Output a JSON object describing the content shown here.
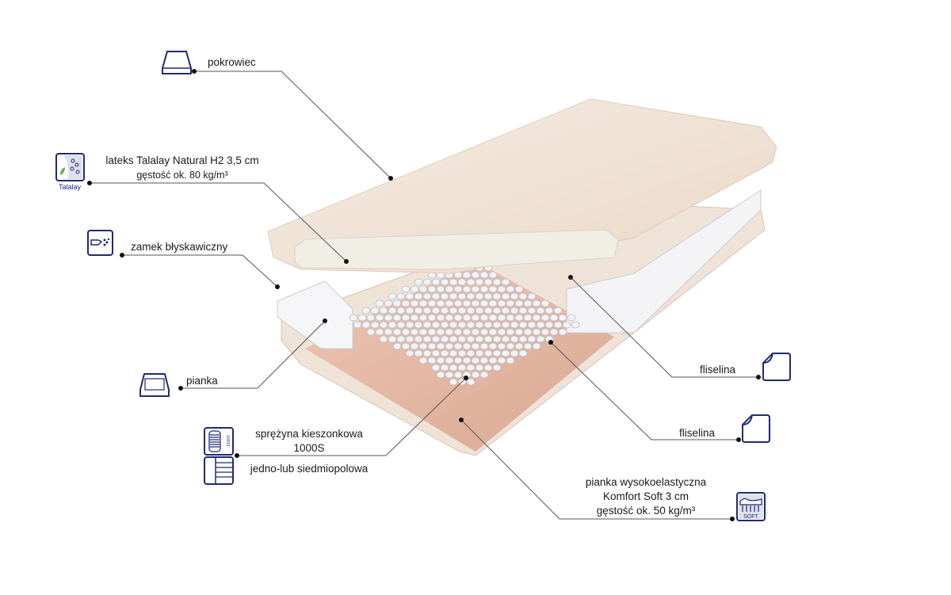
{
  "labels": {
    "cover": "pokrowiec",
    "latex_line1": "lateks Talalay Natural H2 3,5 cm",
    "latex_line2": "gęstość ok. 80 kg/m³",
    "latex_icon_text": "Talalay",
    "zipper": "zamek błyskawiczny",
    "foam": "pianka",
    "spring_line1": "sprężyna kieszonkowa",
    "spring_line2": "1000S",
    "spring_line3": "jedno-lub siedmiopolowa",
    "spring_icon_text": "1000S",
    "fleece_1": "fliselina",
    "fleece_2": "fliselina",
    "hr_foam_line1": "pianka wysokoelastyczna",
    "hr_foam_line2": "Komfort Soft 3 cm",
    "hr_foam_line3": "gęstość ok. 50 kg/m³",
    "soft_icon_text": "SOFT"
  },
  "colors": {
    "icon": "#1f2a78",
    "leader": "#555555",
    "cover": "#f1e6da",
    "foam_pink": "#e6b8a3",
    "latex": "#f2efe8"
  }
}
